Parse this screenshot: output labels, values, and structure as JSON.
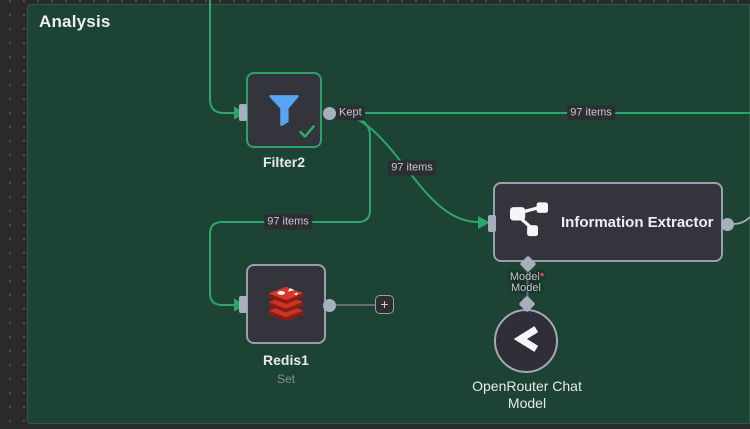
{
  "colors": {
    "canvas_bg": "#2b292b",
    "canvas_dot": "#4b494c",
    "sticky_bg": "#1c4334",
    "sticky_border": "#2e5b45",
    "node_bg": "#34353c",
    "node_border": "#98a0af",
    "selected_border": "#2da06c",
    "edge_green": "#2ea66b",
    "edge_gray": "#70747e",
    "port": "#a8afbc",
    "label_text": "#c6c9d0",
    "badge_bg": "#2d2e31",
    "title_text": "#edf0f3",
    "funnel_blue": "#57a4f2",
    "check_green": "#2eb067",
    "redis_red": "#cb3327",
    "redis_red_top": "#d6392b",
    "redis_dark": "#8e1a10",
    "required_star": "#e4574e",
    "subtitle_text": "#878b95",
    "circle_node_bg": "#2f2e39",
    "circle_node_border": "#a6a9b4",
    "icon_white": "#f4f5f7"
  },
  "sticky": {
    "title": "Analysis"
  },
  "nodes": {
    "filter": {
      "title": "Filter2"
    },
    "redis": {
      "title": "Redis1",
      "subtitle": "Set"
    },
    "extractor": {
      "title": "Information Extractor"
    },
    "chat_model": {
      "title_line1": "OpenRouter Chat",
      "title_line2": "Model"
    }
  },
  "edges": {
    "kept_label": "Kept",
    "items_right": "97 items",
    "items_to_extractor": "97 items",
    "items_to_redis": "97 items"
  },
  "ports": {
    "model_required": "Model",
    "required_mark": "*",
    "model_endpoint": "Model"
  },
  "actions": {
    "add_node": "+"
  }
}
